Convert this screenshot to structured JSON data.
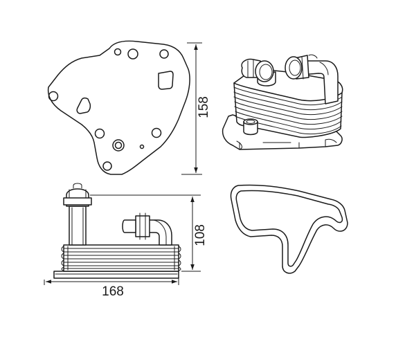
{
  "dimensions": {
    "height_top": "158",
    "height_side": "108",
    "width_side": "168"
  }
}
